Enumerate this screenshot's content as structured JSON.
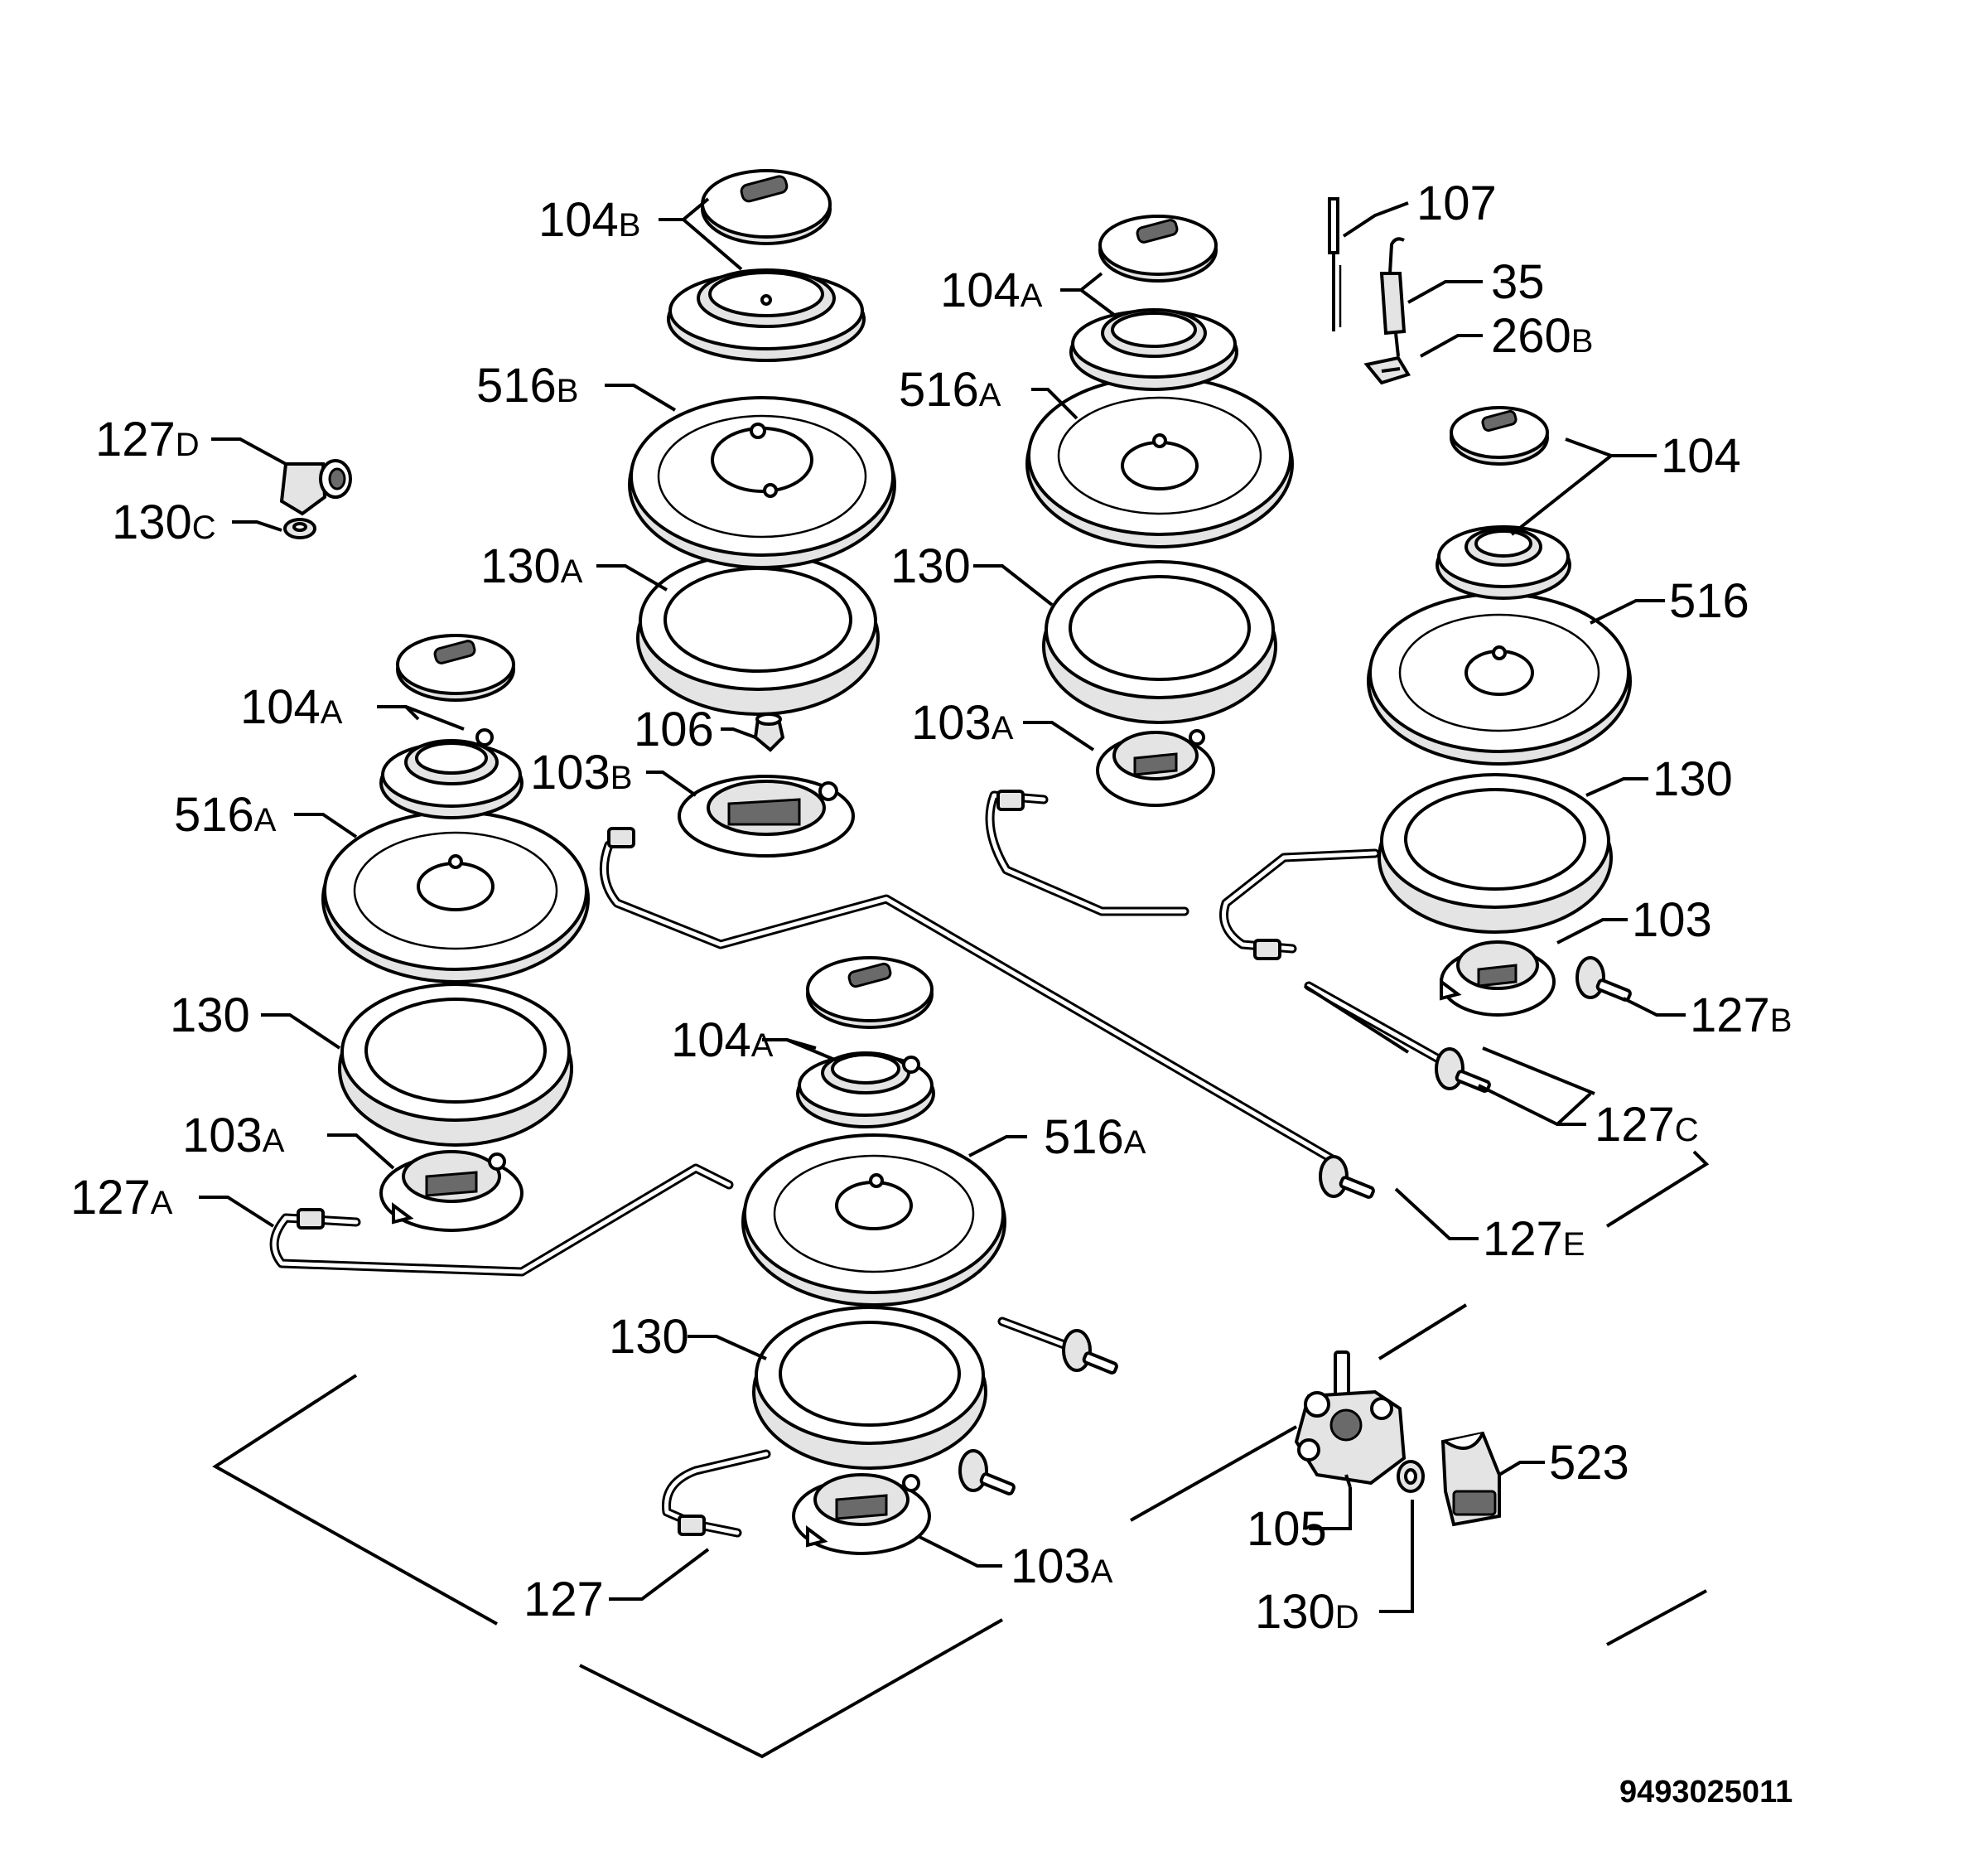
{
  "diagram_code": "9493025011",
  "labels": {
    "l104b_top": {
      "num": "104",
      "suf": "B"
    },
    "l104a_mid": {
      "num": "104",
      "suf": "A"
    },
    "l107": {
      "num": "107",
      "suf": ""
    },
    "l35": {
      "num": "35",
      "suf": ""
    },
    "l260b": {
      "num": "260",
      "suf": "B"
    },
    "l516b": {
      "num": "516",
      "suf": "B"
    },
    "l516a_mid": {
      "num": "516",
      "suf": "A"
    },
    "l127d": {
      "num": "127",
      "suf": "D"
    },
    "l130c": {
      "num": "130",
      "suf": "C"
    },
    "l104_right": {
      "num": "104",
      "suf": ""
    },
    "l130a_top": {
      "num": "130",
      "suf": "A"
    },
    "l130_mid": {
      "num": "130",
      "suf": ""
    },
    "l516_right": {
      "num": "516",
      "suf": ""
    },
    "l104a_left": {
      "num": "104",
      "suf": "A"
    },
    "l106": {
      "num": "106",
      "suf": ""
    },
    "l103a_mid": {
      "num": "103",
      "suf": "A"
    },
    "l103b": {
      "num": "103",
      "suf": "B"
    },
    "l516a_left": {
      "num": "516",
      "suf": "A"
    },
    "l130_right": {
      "num": "130",
      "suf": ""
    },
    "l103_right": {
      "num": "103",
      "suf": ""
    },
    "l130_left": {
      "num": "130",
      "suf": ""
    },
    "l127b": {
      "num": "127",
      "suf": "B"
    },
    "l104a_front": {
      "num": "104",
      "suf": "A"
    },
    "l127c": {
      "num": "127",
      "suf": "C"
    },
    "l103a_left": {
      "num": "103",
      "suf": "A"
    },
    "l516a_front": {
      "num": "516",
      "suf": "A"
    },
    "l127a": {
      "num": "127",
      "suf": "A"
    },
    "l127e": {
      "num": "127",
      "suf": "E"
    },
    "l130_front": {
      "num": "130",
      "suf": ""
    },
    "l523": {
      "num": "523",
      "suf": ""
    },
    "l105": {
      "num": "105",
      "suf": ""
    },
    "l103a_front": {
      "num": "103",
      "suf": "A"
    },
    "l127": {
      "num": "127",
      "suf": ""
    },
    "l130d": {
      "num": "130",
      "suf": "D"
    }
  }
}
